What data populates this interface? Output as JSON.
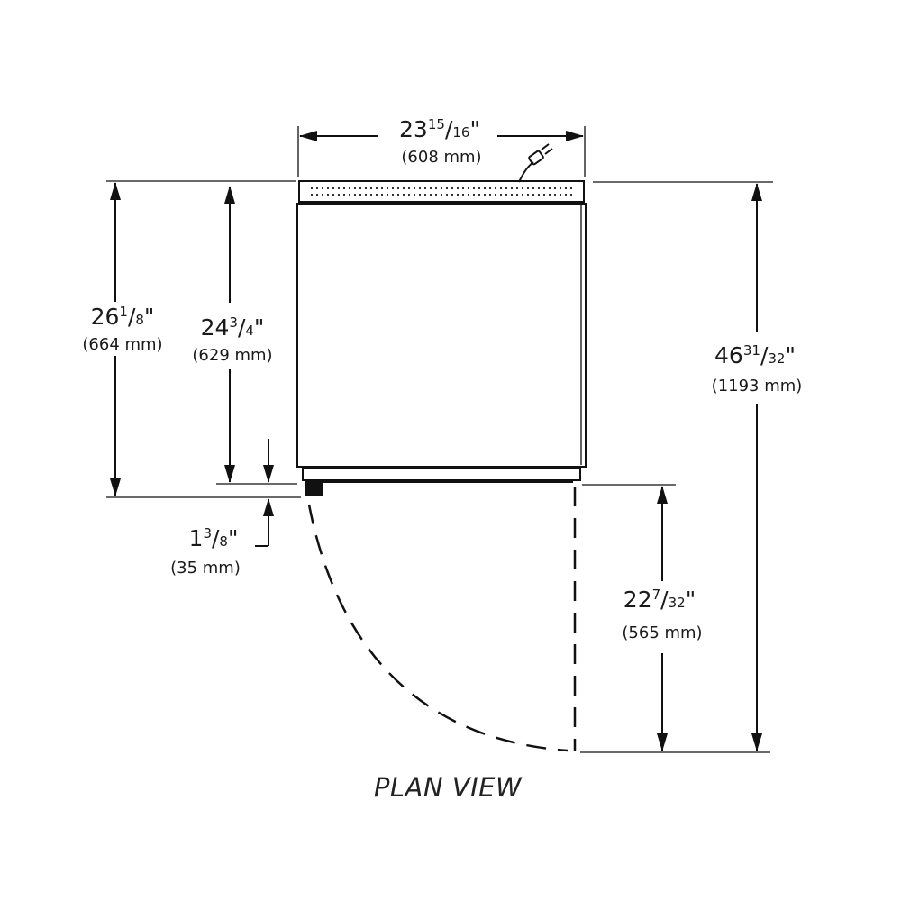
{
  "diagram": {
    "caption": "PLAN VIEW",
    "colors": {
      "line": "#111111",
      "background": "#ffffff"
    },
    "icons": [
      "power-plug-icon"
    ],
    "dimensions": {
      "width": {
        "whole": "23",
        "num": "15",
        "den": "16",
        "unit": "\"",
        "metric": "(608 mm)"
      },
      "depth_overall": {
        "whole": "26",
        "num": "1",
        "den": "8",
        "unit": "\"",
        "metric": "(664 mm)"
      },
      "depth_cabinet": {
        "whole": "24",
        "num": "3",
        "den": "4",
        "unit": "\"",
        "metric": "(629 mm)"
      },
      "door_thickness": {
        "whole": "1",
        "num": "3",
        "den": "8",
        "unit": "\"",
        "metric": "(35 mm)"
      },
      "door_swing": {
        "whole": "22",
        "num": "7",
        "den": "32",
        "unit": "\"",
        "metric": "(565 mm)"
      },
      "total_depth_open": {
        "whole": "46",
        "num": "31",
        "den": "32",
        "unit": "\"",
        "metric": "(1193 mm)"
      }
    }
  }
}
